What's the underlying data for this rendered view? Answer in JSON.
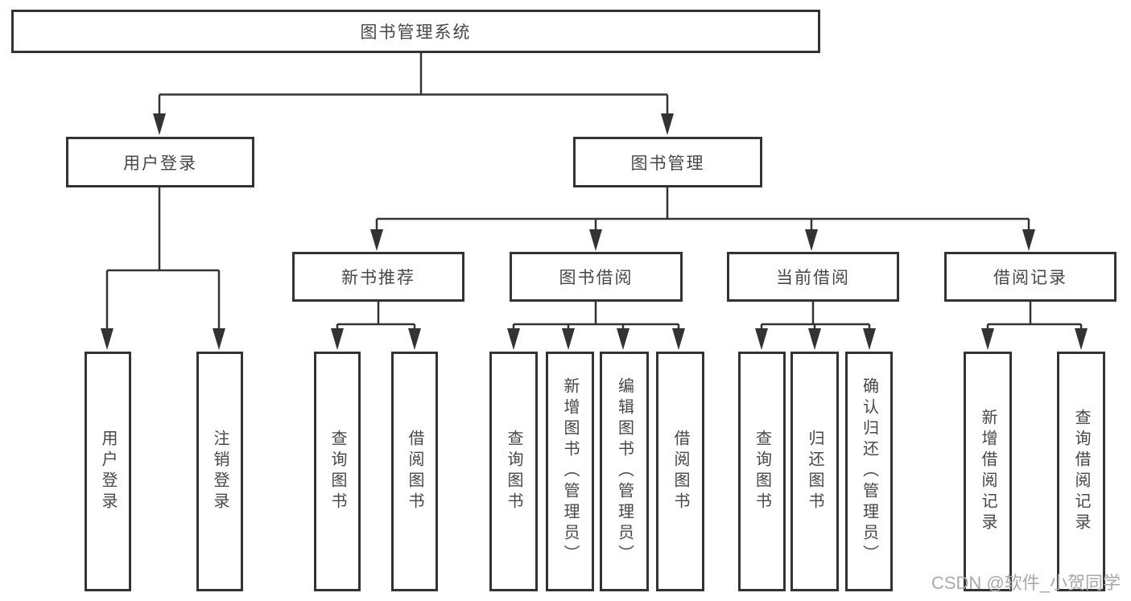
{
  "colors": {
    "line": "#333333",
    "text": "#474747",
    "background": "#ffffff",
    "watermark": "#a6a9ae"
  },
  "watermark": "CSDN @软件_小贺同学",
  "tree": {
    "root": {
      "label": "图书管理系统",
      "children": [
        {
          "label": "用户登录",
          "children": [
            {
              "label": "用户登录"
            },
            {
              "label": "注销登录"
            }
          ]
        },
        {
          "label": "图书管理",
          "children": [
            {
              "label": "新书推荐",
              "children": [
                {
                  "label": "查询图书"
                },
                {
                  "label": "借阅图书"
                }
              ]
            },
            {
              "label": "图书借阅",
              "children": [
                {
                  "label": "查询图书"
                },
                {
                  "label": "新增图书（管理员）"
                },
                {
                  "label": "编辑图书（管理员）"
                },
                {
                  "label": "借阅图书"
                }
              ]
            },
            {
              "label": "当前借阅",
              "children": [
                {
                  "label": "查询图书"
                },
                {
                  "label": "归还图书"
                },
                {
                  "label": "确认归还（管理员）"
                }
              ]
            },
            {
              "label": "借阅记录",
              "children": [
                {
                  "label": "新增借阅记录"
                },
                {
                  "label": "查询借阅记录"
                }
              ]
            }
          ]
        }
      ]
    }
  }
}
